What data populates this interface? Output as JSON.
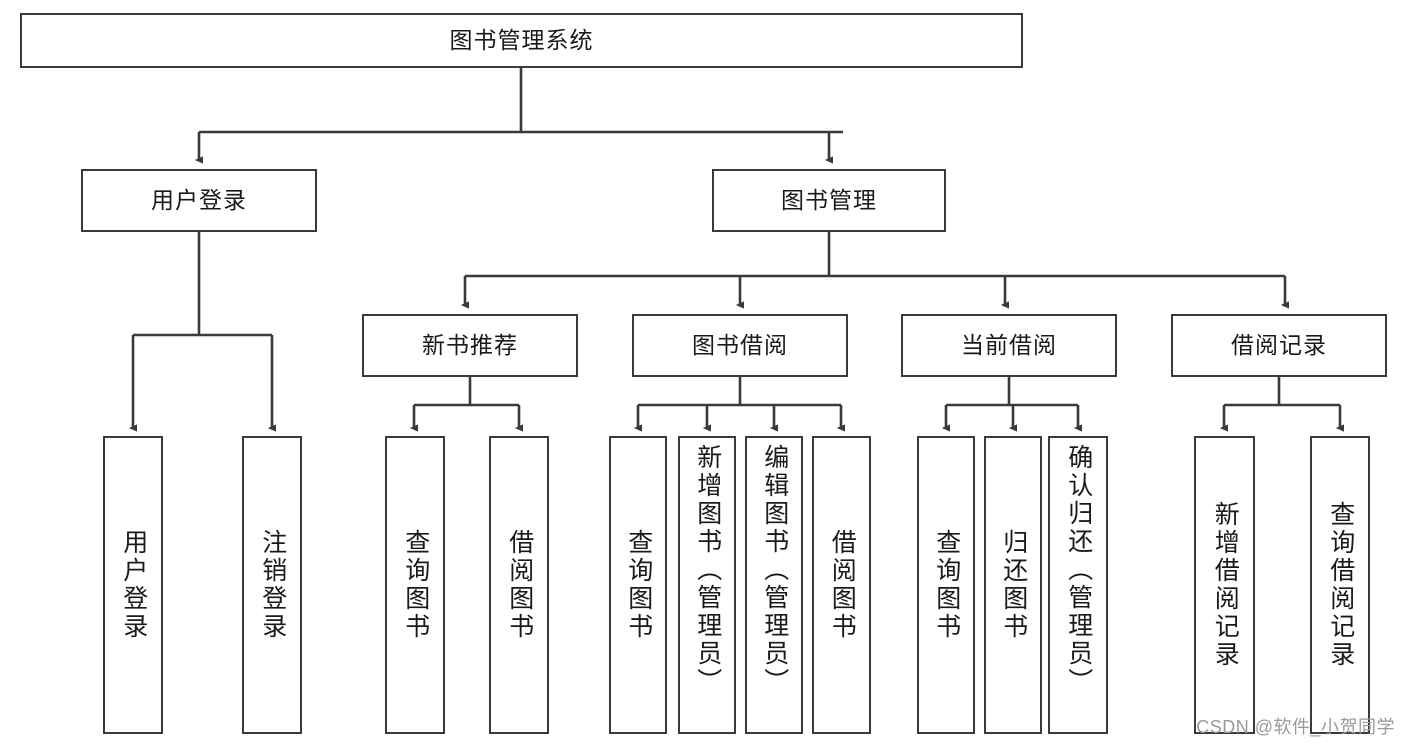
{
  "diagram": {
    "title": "图书管理系统",
    "type": "tree-hierarchy",
    "root": {
      "label": "图书管理系统"
    },
    "level2": [
      {
        "label": "用户登录"
      },
      {
        "label": "图书管理"
      }
    ],
    "level3": [
      {
        "label": "新书推荐"
      },
      {
        "label": "图书借阅"
      },
      {
        "label": "当前借阅"
      },
      {
        "label": "借阅记录"
      }
    ],
    "leaves": {
      "user_login": [
        {
          "label": "用户登录"
        },
        {
          "label": "注销登录"
        }
      ],
      "new_book_recommend": [
        {
          "label": "查询图书"
        },
        {
          "label": "借阅图书"
        }
      ],
      "book_borrow": [
        {
          "label": "查询图书"
        },
        {
          "label": "新增图书（管理员）"
        },
        {
          "label": "编辑图书（管理员）"
        },
        {
          "label": "借阅图书"
        }
      ],
      "current_borrow": [
        {
          "label": "查询图书"
        },
        {
          "label": "归还图书"
        },
        {
          "label": "确认归还（管理员）"
        }
      ],
      "borrow_record": [
        {
          "label": "新增借阅记录"
        },
        {
          "label": "查询借阅记录"
        }
      ]
    }
  },
  "watermark": {
    "text": "CSDN @软件_小贺同学"
  },
  "colors": {
    "border": "#3a3a3a",
    "background": "#ffffff",
    "text": "#1a1a1a",
    "watermark": "#9a9a9a"
  }
}
